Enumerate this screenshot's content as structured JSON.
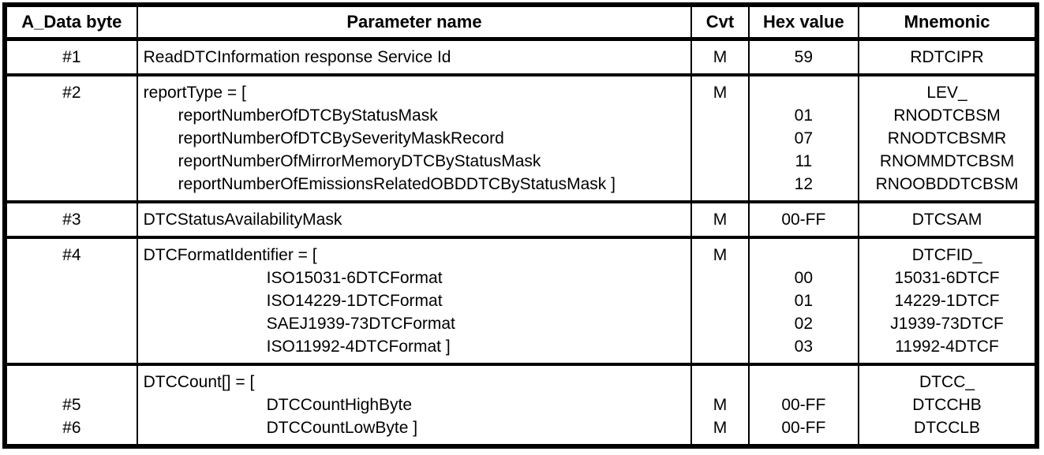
{
  "colors": {
    "border": "#000000",
    "text": "#000000",
    "background": "#ffffff"
  },
  "table": {
    "headers": [
      "A_Data byte",
      "Parameter name",
      "Cvt",
      "Hex value",
      "Mnemonic"
    ],
    "rows": [
      {
        "lines": [
          {
            "byte": "#1",
            "param": "ReadDTCInformation response Service Id",
            "indent": 0,
            "cvt": "M",
            "hex": "59",
            "mnemonic": "RDTCIPR"
          }
        ]
      },
      {
        "lines": [
          {
            "byte": "#2",
            "param": "reportType = [",
            "indent": 0,
            "cvt": "M",
            "hex": "",
            "mnemonic": "LEV_"
          },
          {
            "byte": "",
            "param": "reportNumberOfDTCByStatusMask",
            "indent": 1,
            "cvt": "",
            "hex": "01",
            "mnemonic": "RNODTCBSM"
          },
          {
            "byte": "",
            "param": "reportNumberOfDTCBySeverityMaskRecord",
            "indent": 1,
            "cvt": "",
            "hex": "07",
            "mnemonic": "RNODTCBSMR"
          },
          {
            "byte": "",
            "param": "reportNumberOfMirrorMemoryDTCByStatusMask",
            "indent": 1,
            "cvt": "",
            "hex": "11",
            "mnemonic": "RNOMMDTCBSM"
          },
          {
            "byte": "",
            "param": "reportNumberOfEmissionsRelatedOBDDTCByStatusMask ]",
            "indent": 1,
            "cvt": "",
            "hex": "12",
            "mnemonic": "RNOOBDDTCBSM"
          }
        ]
      },
      {
        "lines": [
          {
            "byte": "#3",
            "param": "DTCStatusAvailabilityMask",
            "indent": 0,
            "cvt": "M",
            "hex": "00-FF",
            "mnemonic": "DTCSAM"
          }
        ]
      },
      {
        "lines": [
          {
            "byte": "#4",
            "param": "DTCFormatIdentifier = [",
            "indent": 0,
            "cvt": "M",
            "hex": "",
            "mnemonic": "DTCFID_"
          },
          {
            "byte": "",
            "param": "ISO15031-6DTCFormat",
            "indent": 2,
            "cvt": "",
            "hex": "00",
            "mnemonic": "15031-6DTCF"
          },
          {
            "byte": "",
            "param": "ISO14229-1DTCFormat",
            "indent": 2,
            "cvt": "",
            "hex": "01",
            "mnemonic": "14229-1DTCF"
          },
          {
            "byte": "",
            "param": "SAEJ1939-73DTCFormat",
            "indent": 2,
            "cvt": "",
            "hex": "02",
            "mnemonic": "J1939-73DTCF"
          },
          {
            "byte": "",
            "param": "ISO11992-4DTCFormat ]",
            "indent": 2,
            "cvt": "",
            "hex": "03",
            "mnemonic": "11992-4DTCF"
          }
        ]
      },
      {
        "lines": [
          {
            "byte": "",
            "param": "DTCCount[] = [",
            "indent": 0,
            "cvt": "",
            "hex": "",
            "mnemonic": "DTCC_"
          },
          {
            "byte": "#5",
            "param": "DTCCountHighByte",
            "indent": 2,
            "cvt": "M",
            "hex": "00-FF",
            "mnemonic": "DTCCHB"
          },
          {
            "byte": "#6",
            "param": "DTCCountLowByte ]",
            "indent": 2,
            "cvt": "M",
            "hex": "00-FF",
            "mnemonic": "DTCCLB"
          }
        ]
      }
    ]
  }
}
